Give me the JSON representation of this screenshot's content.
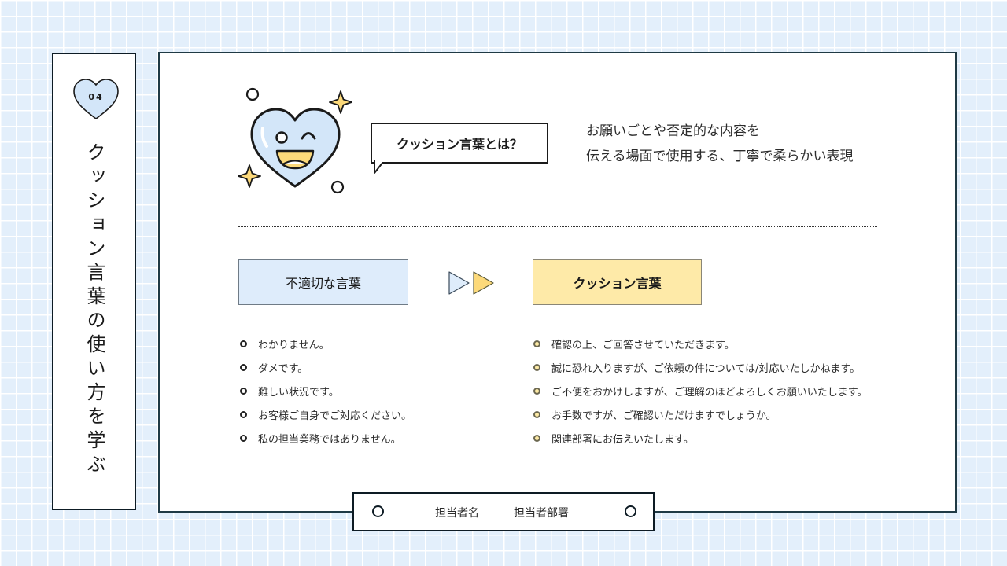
{
  "sidebar": {
    "number": "04",
    "title": "クッション言葉の使い方を学ぶ"
  },
  "header": {
    "bubble_title": "クッション言葉とは？",
    "intro_line1": "お願いごとや否定的な内容を",
    "intro_line2": "伝える場面で使用する、丁寧で柔らかい表現"
  },
  "comparison": {
    "bad_label": "不適切な言葉",
    "good_label": "クッション言葉",
    "bad_items": [
      "わかりません。",
      "ダメです。",
      "難しい状況です。",
      "お客様ご自身でご対応ください。",
      "私の担当業務ではありません。"
    ],
    "good_items": [
      "確認の上、ご回答させていただきます。",
      "誠に恐れ入りますが、ご依頼の件については/対応いたしかねます。",
      "ご不便をおかけしますが、ご理解のほどよろしくお願いいたします。",
      "お手数ですが、ご確認いただけますでしょうか。",
      "関連部署にお伝えいたします。"
    ]
  },
  "footer": {
    "person": "担当者名",
    "department": "担当者部署"
  },
  "colors": {
    "background": "#e3effb",
    "border": "#0d1b24",
    "bad_accent": "#deecfb",
    "good_accent": "#feeaa8",
    "heart_fill": "#d3e6f9",
    "sparkle": "#fcd97a"
  }
}
